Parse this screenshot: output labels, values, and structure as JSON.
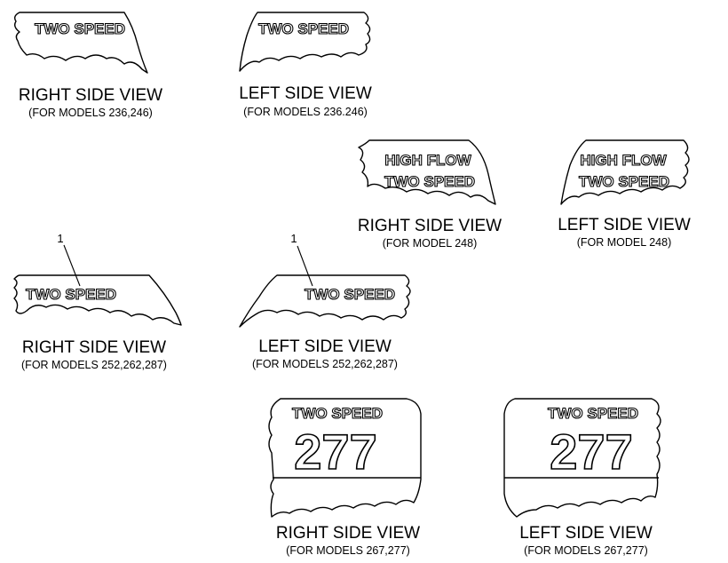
{
  "labels": {
    "two_speed": "TWO SPEED",
    "high_flow": "HIGH FLOW",
    "model_number": "277",
    "callout": "1"
  },
  "views": {
    "right": "RIGHT SIDE VIEW",
    "left": "LEFT SIDE VIEW"
  },
  "models": {
    "m236_246_a": "(FOR MODELS 236,246)",
    "m236_246_b": "(FOR MODELS 236.246)",
    "m248": "(FOR MODEL 248)",
    "m252": "(FOR MODELS 252,262,287)",
    "m267": "(FOR MODELS 267,277)"
  }
}
